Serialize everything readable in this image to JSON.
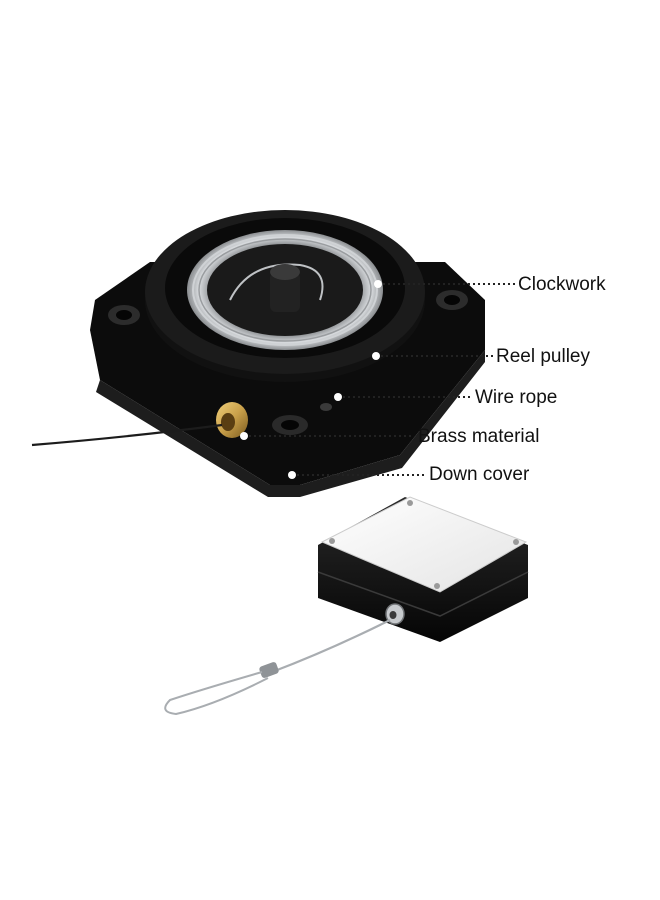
{
  "image": {
    "subject": "product-photo",
    "colors": {
      "background": "#ffffff",
      "housing": "#0e0e0e",
      "brass": "#c9a04a",
      "steel": "#b8bcc0",
      "label": "#111111",
      "leader": "#222222",
      "lid": "#f2f2f2"
    }
  },
  "callouts": [
    {
      "label": "Clockwork"
    },
    {
      "label": "Reel pulley"
    },
    {
      "label": "Wire rope"
    },
    {
      "label": "Brass material"
    },
    {
      "label": "Down cover"
    }
  ]
}
